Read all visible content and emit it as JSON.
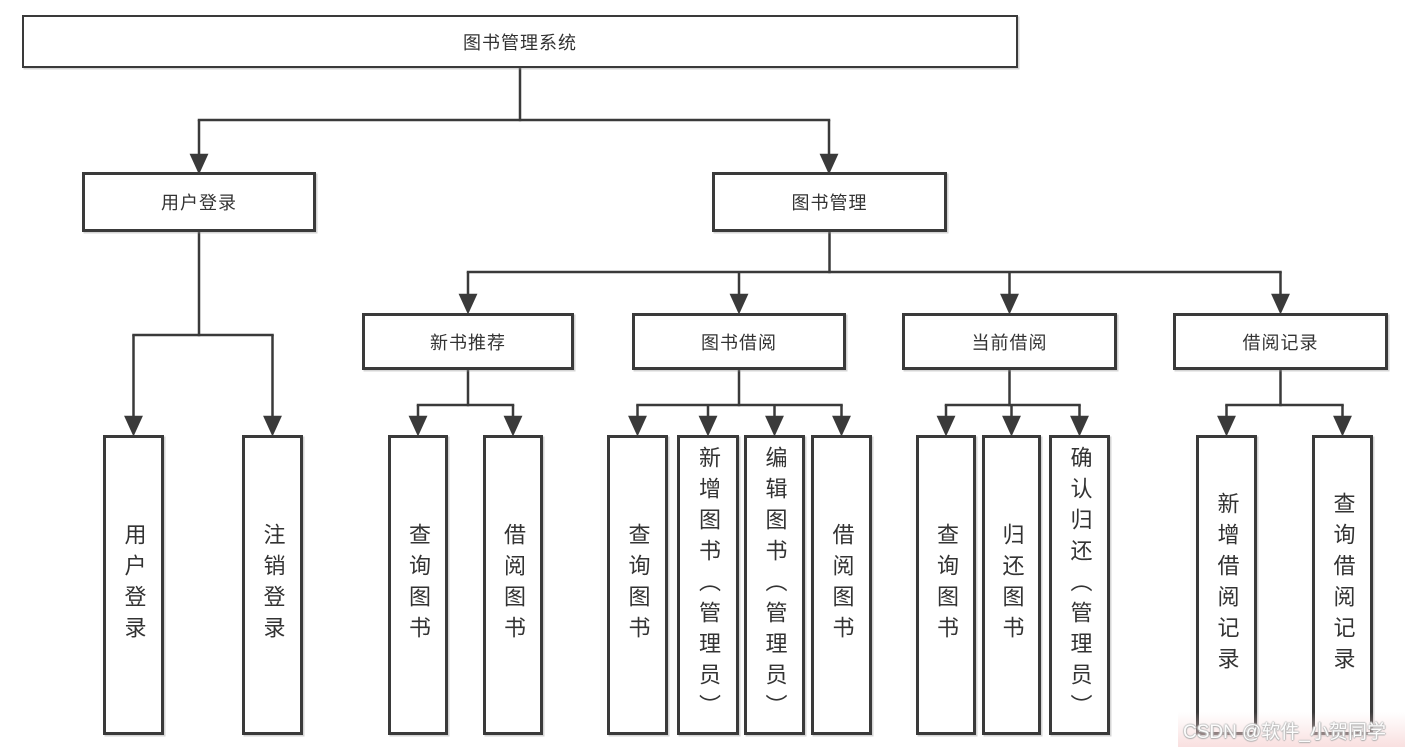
{
  "diagram": {
    "title": "图书管理系统",
    "level2": {
      "left": "用户登录",
      "right": "图书管理"
    },
    "level3": [
      "新书推荐",
      "图书借阅",
      "当前借阅",
      "借阅记录"
    ],
    "leaves": [
      "用户登录",
      "注销登录",
      "查询图书",
      "借阅图书",
      "查询图书",
      "新增图书（管理员）",
      "编辑图书（管理员）",
      "借阅图书",
      "查询图书",
      "归还图书",
      "确认归还（管理员）",
      "新增借阅记录",
      "查询借阅记录"
    ],
    "colors": {
      "line": "#3a3a3a",
      "text": "#333333",
      "box_background": "#ffffff",
      "watermark_text": "#ffffff"
    },
    "watermark": "CSDN @软件_小贺同学"
  }
}
